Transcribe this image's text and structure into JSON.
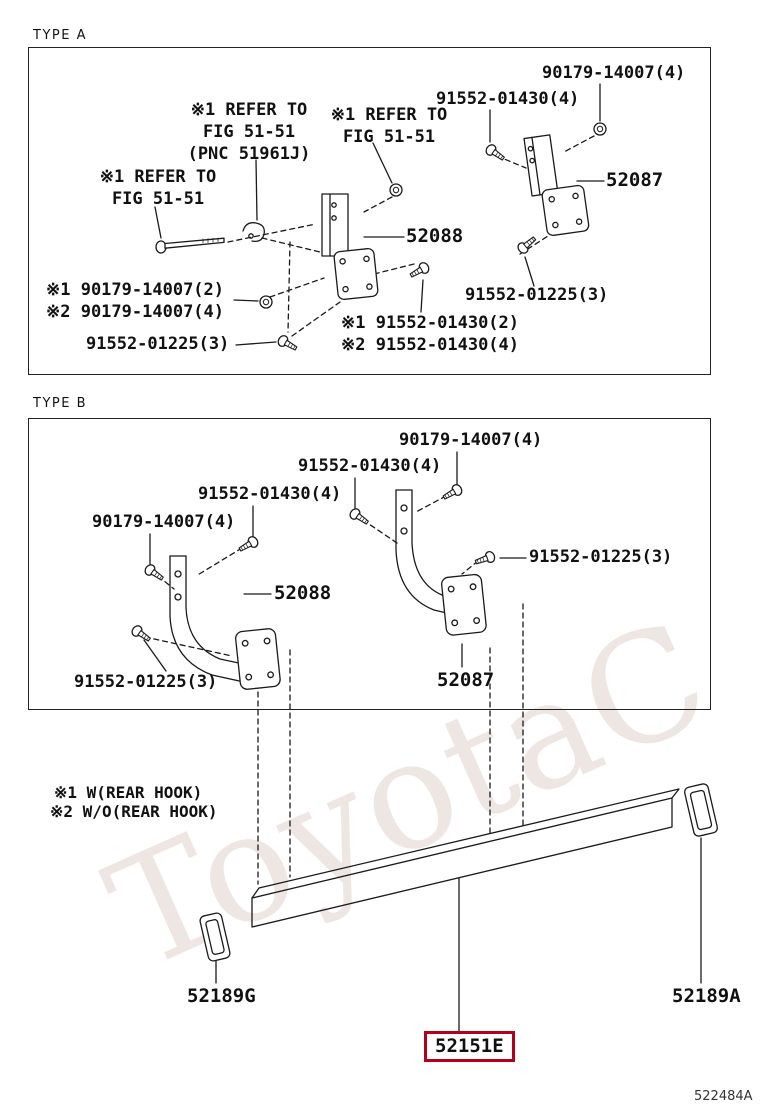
{
  "headers": {
    "type_a": "TYPE A",
    "type_b": "TYPE B"
  },
  "type_a": {
    "bolt_top": "90179-14007(4)",
    "screw_top": "91552-01430(4)",
    "refer_center": "※1 REFER TO\nFIG 51-51\n(PNC 51961J)",
    "refer_mid": "※1 REFER TO\nFIG 51-51",
    "refer_left": "※1 REFER TO\nFIG 51-51",
    "bracket_right": "52087",
    "bracket_center": "52088",
    "bolt_pair": "※1 90179-14007(2)\n※2 90179-14007(4)",
    "screw_right": "91552-01225(3)",
    "screw_pair": "※1 91552-01430(2)\n※2 91552-01430(4)",
    "screw_left": "91552-01225(3)"
  },
  "type_b": {
    "bolt_right": "90179-14007(4)",
    "screw_mid_right": "91552-01430(4)",
    "screw_mid_left": "91552-01430(4)",
    "bolt_left": "90179-14007(4)",
    "bracket_left": "52088",
    "screw_right": "91552-01225(3)",
    "screw_left": "91552-01225(3)",
    "bracket_right": "52087"
  },
  "bottom": {
    "note1": "※1 W(REAR HOOK)",
    "note2": "※2 W/O(REAR HOOK)",
    "cap_left": "52189G",
    "cap_right": "52189A",
    "bar_highlight": "52151E",
    "sheet_code": "522484A",
    "watermark": "ToyotaC"
  },
  "colors": {
    "highlight_box": "#b2001d",
    "line": "#1a1a1a",
    "watermark": "#eee6e2"
  }
}
